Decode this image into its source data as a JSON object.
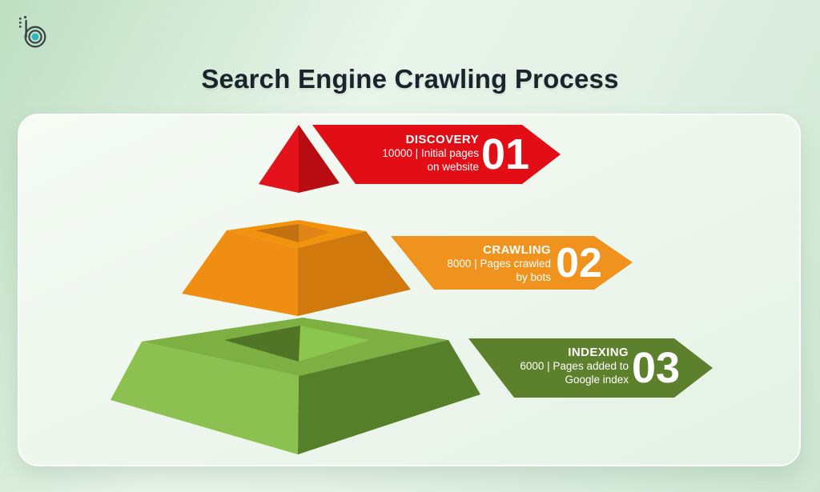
{
  "page": {
    "title": "Search Engine Crawling Process"
  },
  "colors": {
    "background_green": "#BEDFC2",
    "card_background": "#F2F8F1",
    "title_text": "#1B242C",
    "banner_text": "#FFFFFF",
    "logo_dark": "#3C4847",
    "logo_teal": "#2FB5C0"
  },
  "steps": [
    {
      "id": "discovery",
      "number": "01",
      "title": "DISCOVERY",
      "value": 10000,
      "line1": "10000 | Initial pages",
      "line2": "on website",
      "banner_color": "#E30D16",
      "pyramid_colors": {
        "light": "#E4121B",
        "dark": "#B70D12"
      }
    },
    {
      "id": "crawling",
      "number": "02",
      "title": "CRAWLING",
      "value": 8000,
      "line1": "8000 | Pages crawled",
      "line2": "by bots",
      "banner_color": "#F0921E",
      "pyramid_colors": {
        "top": "#F2930E",
        "left": "#F08E13",
        "right": "#D2790E",
        "hole_dark": "#C27110",
        "hole_light": "#E08418"
      }
    },
    {
      "id": "indexing",
      "number": "03",
      "title": "INDEXING",
      "value": 6000,
      "line1": "6000 | Pages added to",
      "line2": "Google index",
      "banner_color": "#5D802C",
      "pyramid_colors": {
        "top": "#7DAF43",
        "left": "#8CC151",
        "right": "#567F2A",
        "hole_dark": "#507527",
        "hole_light": "#8BC74F"
      }
    }
  ]
}
